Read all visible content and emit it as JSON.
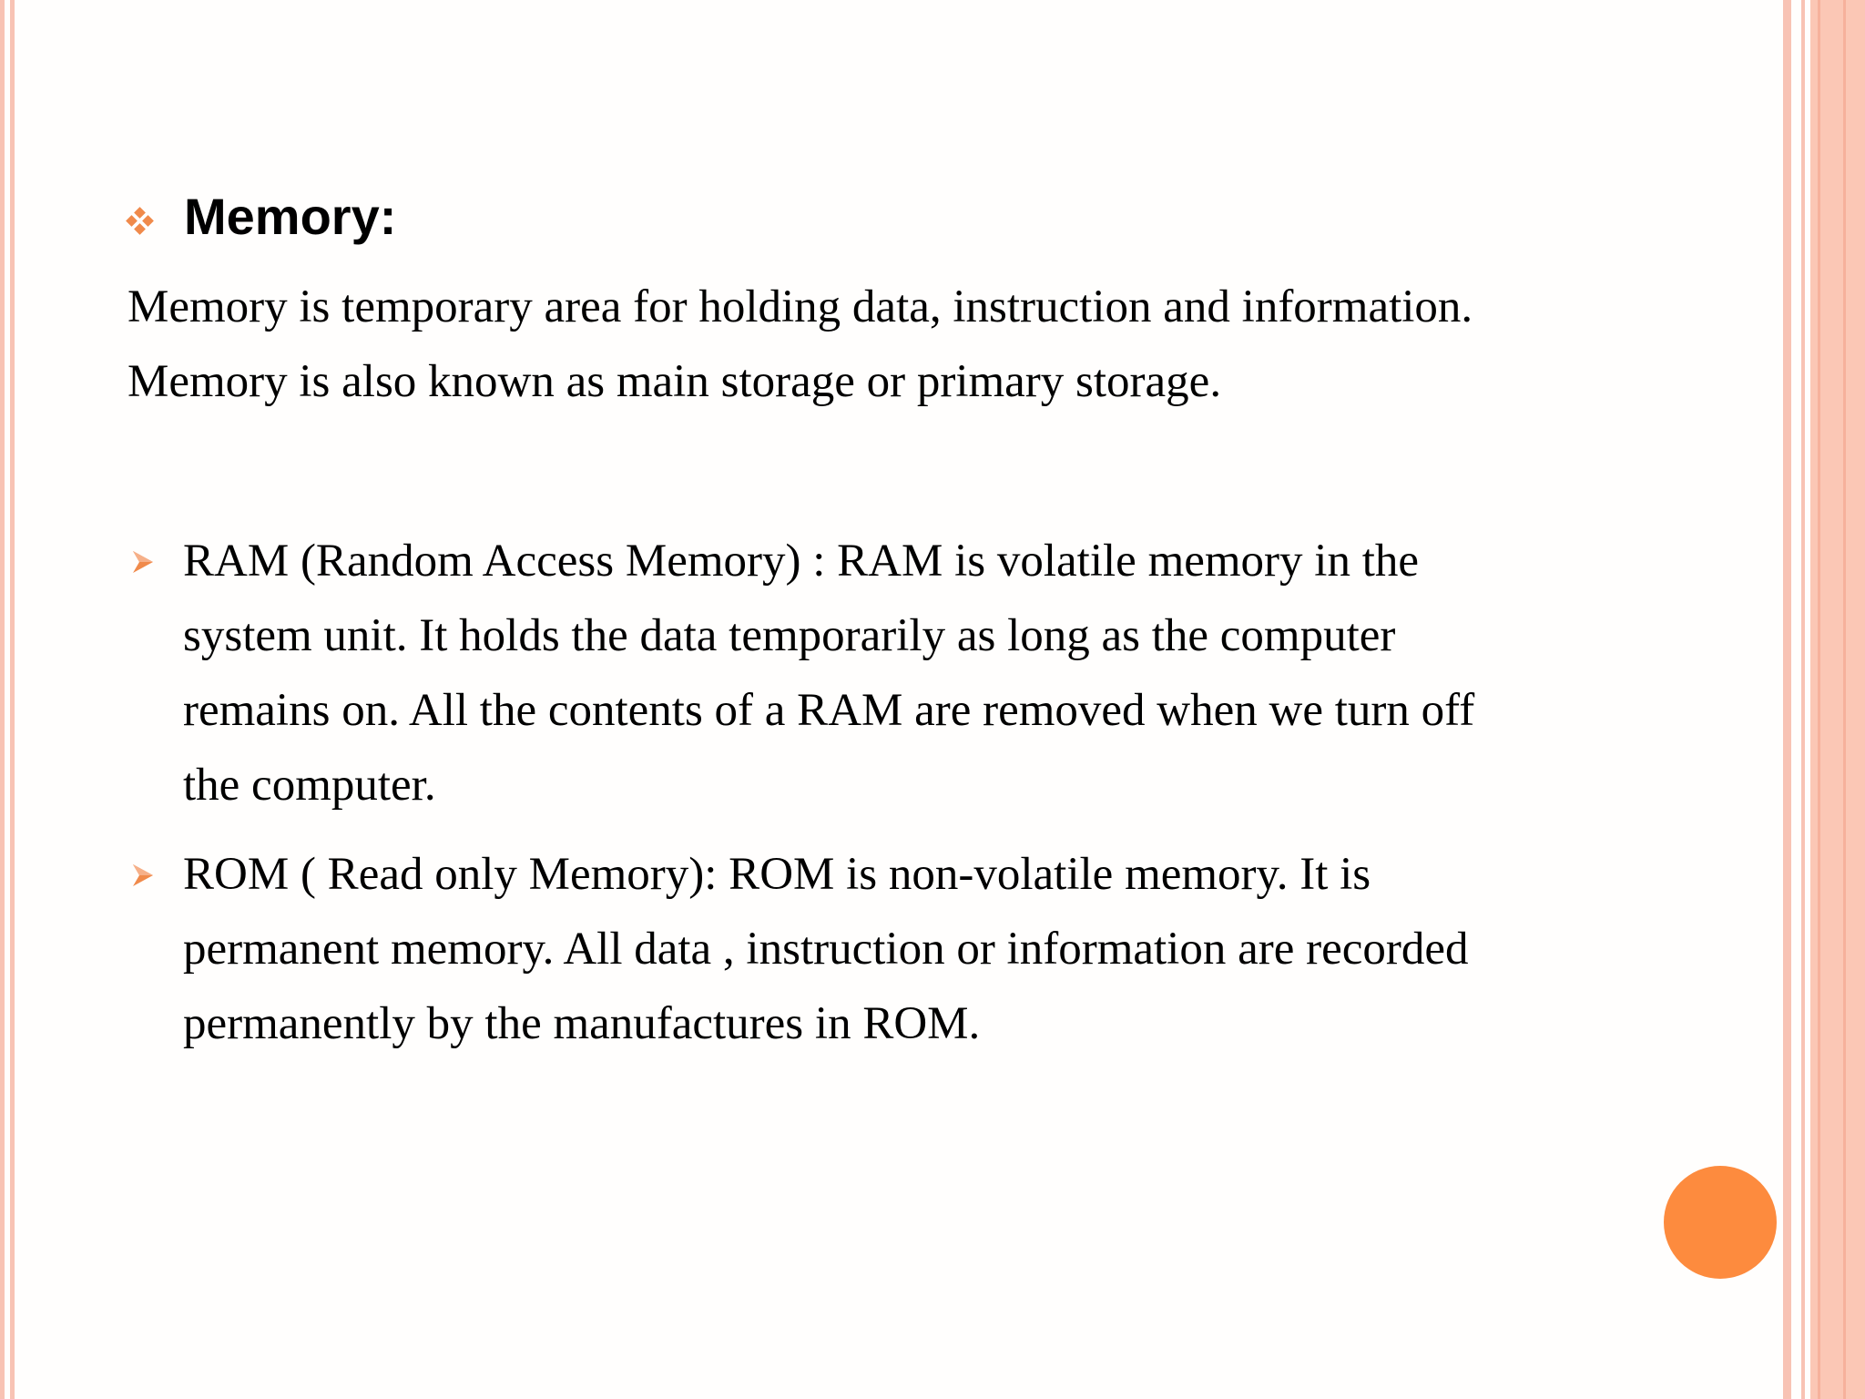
{
  "slide": {
    "heading": "Memory:",
    "intro_lines": [
      "Memory is temporary area for holding data, instruction and information.",
      "Memory is also known as main storage or  primary storage."
    ],
    "bullets": [
      {
        "icon": "arrow-bullet-icon",
        "lines": [
          "RAM (Random Access Memory) : RAM is volatile memory in the",
          "system unit. It holds the data temporarily as long as the computer",
          "remains on. All the contents of a RAM are removed when we turn off",
          "the computer."
        ]
      },
      {
        "icon": "arrow-bullet-icon",
        "lines": [
          "ROM ( Read only Memory): ROM is non-volatile memory. It is",
          "permanent memory. All data , instruction or information are recorded",
          "permanently by the manufactures in ROM."
        ]
      }
    ]
  },
  "colors": {
    "accent": "#f08a4b",
    "circle": "#fd8b3e",
    "border": "#f8c3b4"
  }
}
